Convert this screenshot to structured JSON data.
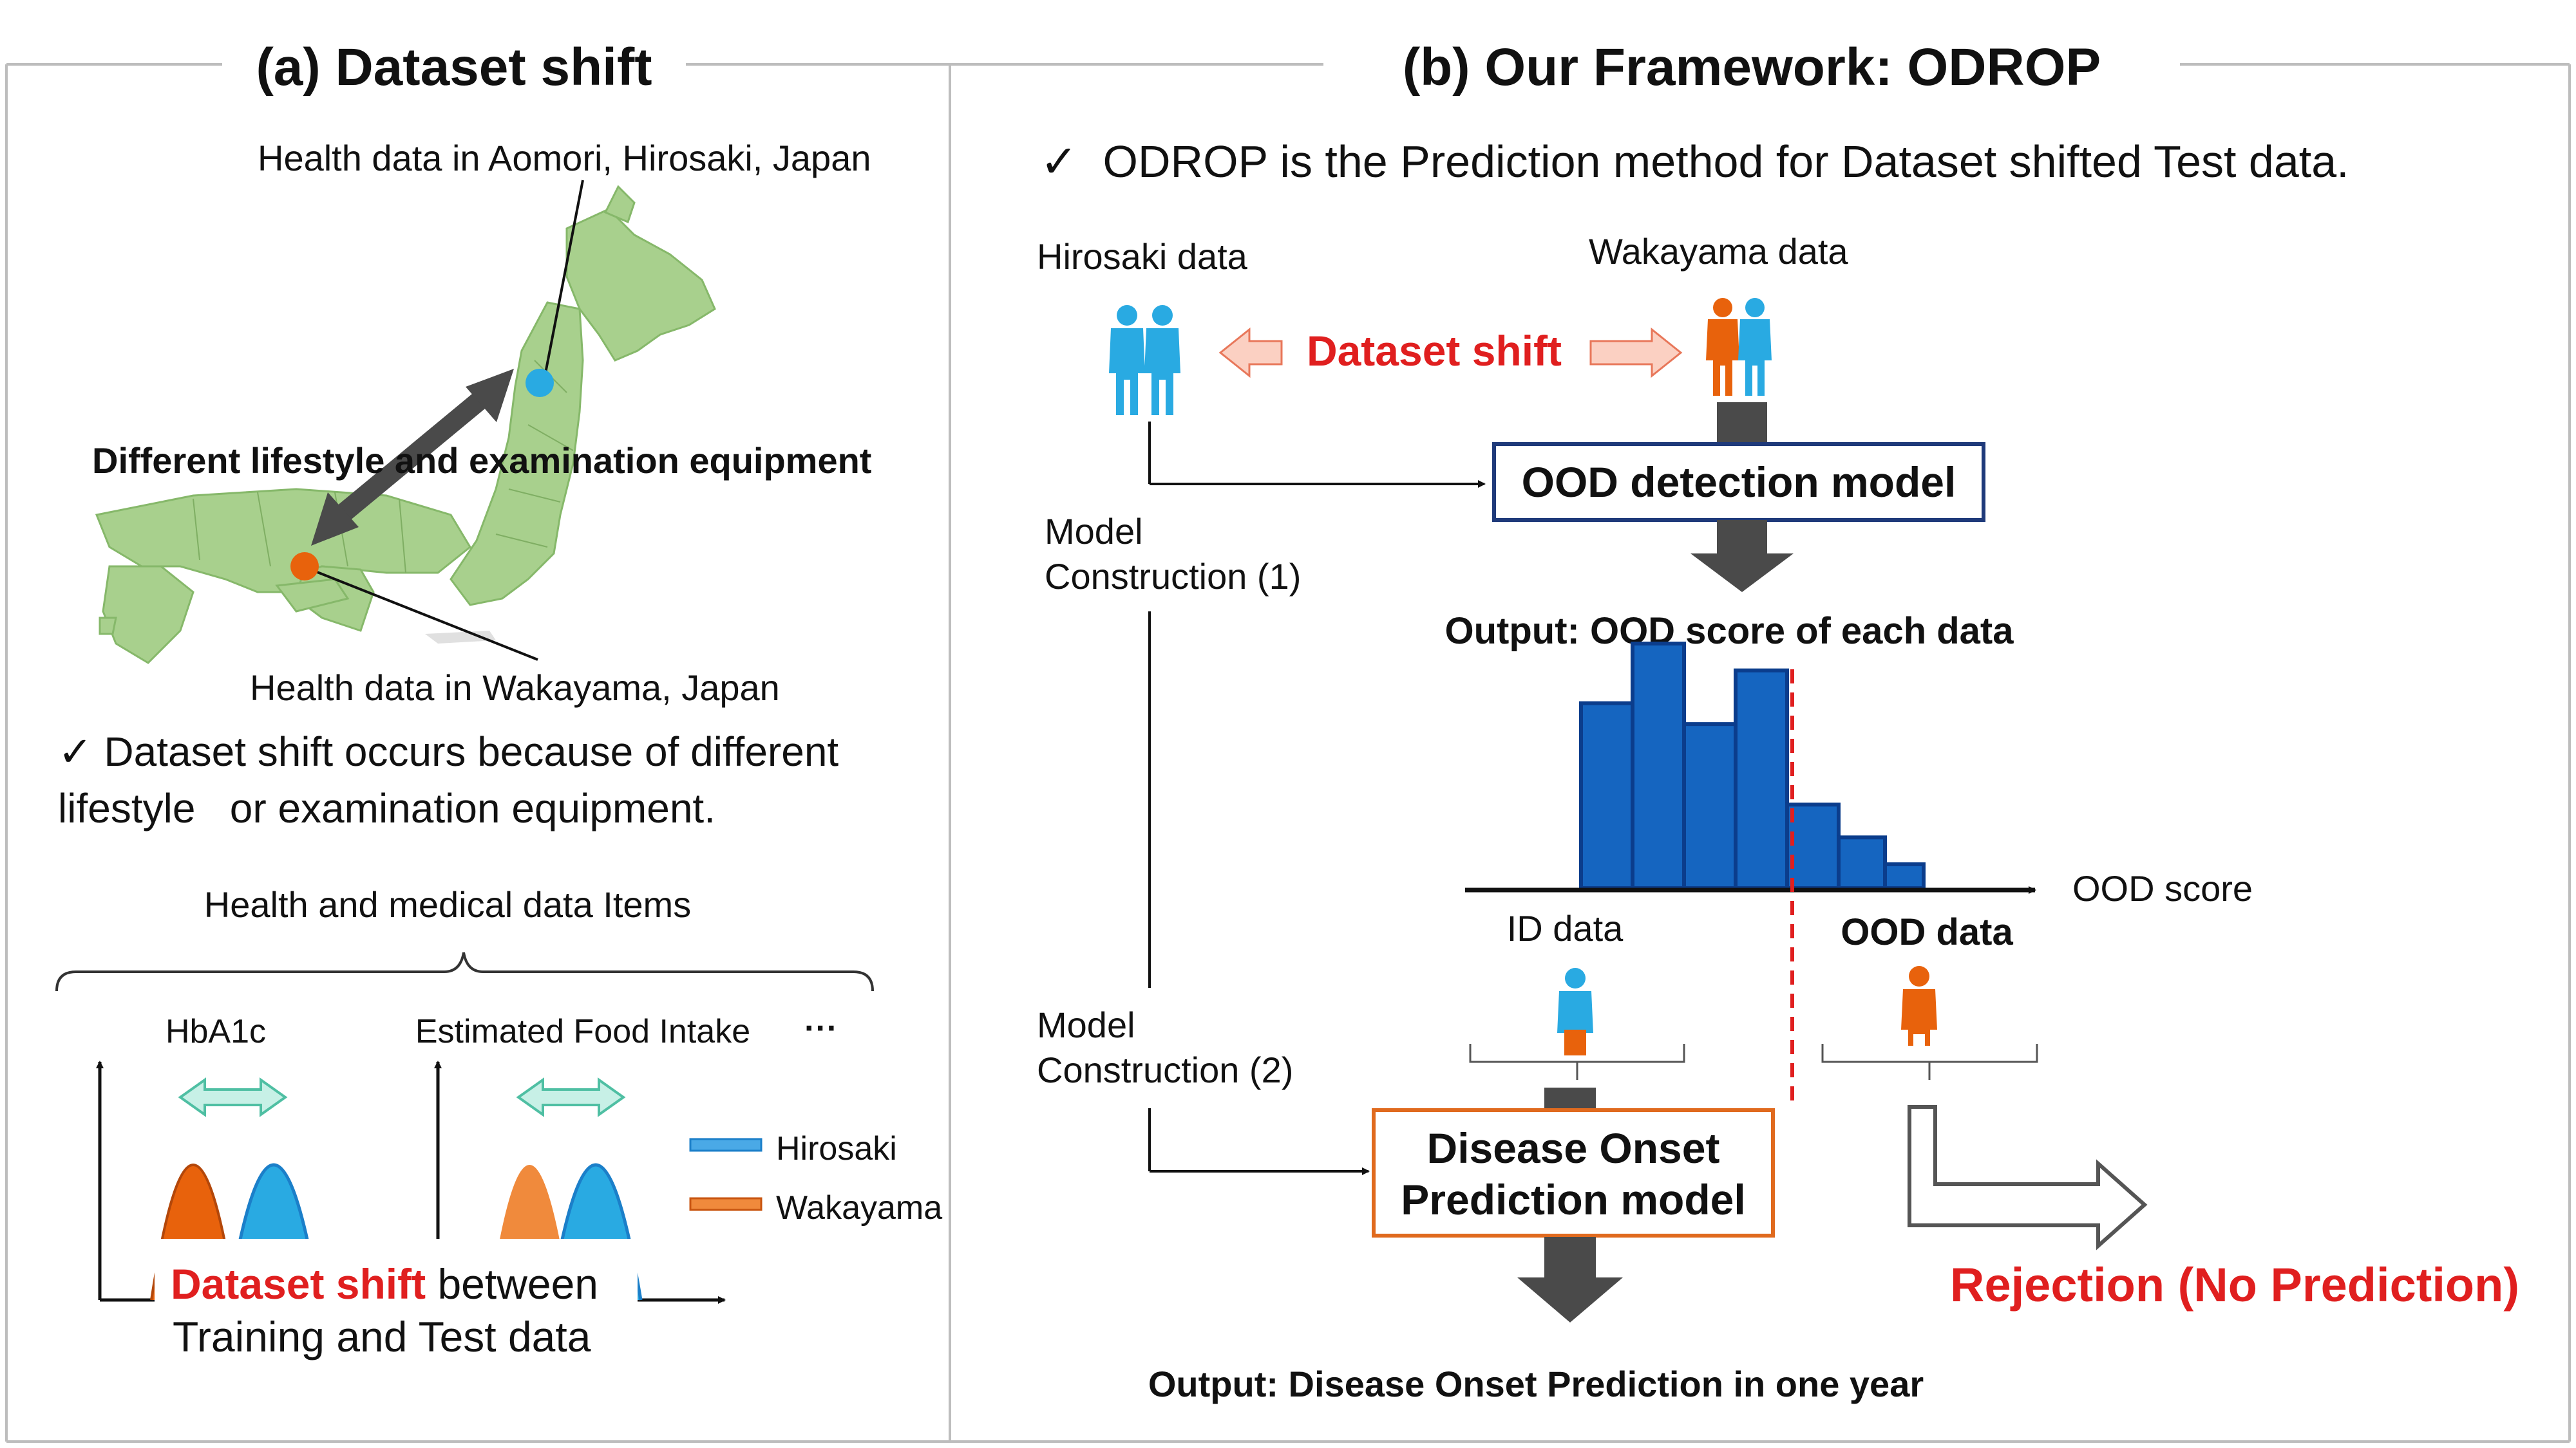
{
  "colors": {
    "frame": "#bdbdbd",
    "arrow_dark": "#4a4a4a",
    "map_fill": "#a8d08d",
    "hirosaki_blue": "#29aae2",
    "wakayama_orange": "#e8620c",
    "accent_red": "#e01f1f",
    "hist_blue": "#1565c0",
    "box_navy": "#1f3a7a",
    "box_orange": "#e06a1e",
    "teal_arrow": "#8ad9c4"
  },
  "panel_a": {
    "title": "(a) Dataset shift",
    "label_aomori": "Health data in Aomori, Hirosaki, Japan",
    "label_lifestyle": "Different lifestyle and examination equipment",
    "label_wakayama": "Health data in Wakayama, Japan",
    "check_line1": "✓ Dataset shift occurs because of different",
    "check_line2": "lifestyle   or examination equipment.",
    "items_title": "Health and medical data Items",
    "item1": "HbA1c",
    "item2": "Estimated Food Intake",
    "item_more": "···",
    "legend_hirosaki": "Hirosaki",
    "legend_wakayama": "Wakayama",
    "shift_red": "Dataset shift",
    "shift_rest": " between",
    "shift_line2": "Training and Test data"
  },
  "panel_b": {
    "title": "(b) Our Framework: ODROP",
    "check": "✓  ODROP is the Prediction method for Dataset shifted Test data.",
    "hirosaki_data": "Hirosaki data",
    "wakayama_data": "Wakayama data",
    "dataset_shift": "Dataset shift",
    "ood_model": "OOD detection model",
    "model_constr1_a": "Model",
    "model_constr1_b": "Construction (1)",
    "output_ood": "Output: OOD score of each data",
    "ood_score": "OOD score",
    "id_data": "ID data",
    "ood_data": "OOD data",
    "model_constr2_a": "Model",
    "model_constr2_b": "Construction (2)",
    "pred_model_1": "Disease Onset",
    "pred_model_2": "Prediction model",
    "rejection": "Rejection (No Prediction)",
    "output_pred": "Output: Disease Onset Prediction in one year",
    "histogram_values": [
      0.62,
      0.82,
      0.55,
      0.73,
      0.28,
      0.17,
      0.08
    ],
    "ood_threshold_bin": 4
  }
}
